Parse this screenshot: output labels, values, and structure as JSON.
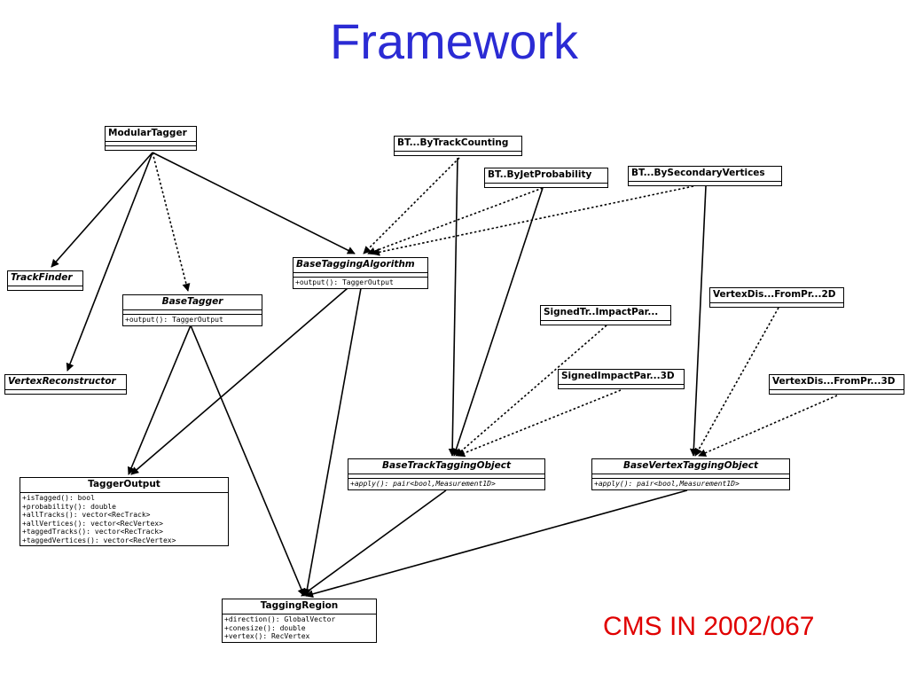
{
  "title": "Framework",
  "footer": "CMS IN 2002/067",
  "colors": {
    "title": "#2b2bd4",
    "footer": "#e00000"
  },
  "classes": {
    "modular_tagger": {
      "name": "ModularTagger"
    },
    "bt_track_counting": {
      "name": "BT...ByTrackCounting"
    },
    "bt_jet_probability": {
      "name": "BT..ByJetProbability"
    },
    "bt_secondary_vertices": {
      "name": "BT...BySecondaryVertices"
    },
    "track_finder": {
      "name": "TrackFinder"
    },
    "vertex_reconstructor": {
      "name": "VertexReconstructor"
    },
    "base_tagging_algorithm": {
      "name": "BaseTaggingAlgorithm",
      "ops": [
        "+output(): TaggerOutput"
      ]
    },
    "base_tagger": {
      "name": "BaseTagger",
      "ops": [
        "+output(): TaggerOutput"
      ]
    },
    "vertex_dis_2d": {
      "name": "VertexDis...FromPr...2D"
    },
    "signed_tr_impact": {
      "name": "SignedTr..ImpactPar..."
    },
    "signed_impact_3d": {
      "name": "SignedImpactPar...3D"
    },
    "vertex_dis_3d": {
      "name": "VertexDis...FromPr...3D"
    },
    "base_track_tagging_object": {
      "name": "BaseTrackTaggingObject",
      "ops": [
        "+apply(): pair<bool,Measurement1D>"
      ]
    },
    "base_vertex_tagging_object": {
      "name": "BaseVertexTaggingObject",
      "ops": [
        "+apply(): pair<bool,Measurement1D>"
      ]
    },
    "tagger_output": {
      "name": "TaggerOutput",
      "ops": [
        "+isTagged(): bool",
        "+probability(): double",
        "+allTracks(): vector<RecTrack>",
        "+allVertices(): vector<RecVertex>",
        "+taggedTracks(): vector<RecTrack>",
        "+taggedVertices(): vector<RecVertex>"
      ]
    },
    "tagging_region": {
      "name": "TaggingRegion",
      "ops": [
        "+direction(): GlobalVector",
        "+conesize(): double",
        "+vertex(): RecVertex"
      ]
    }
  }
}
